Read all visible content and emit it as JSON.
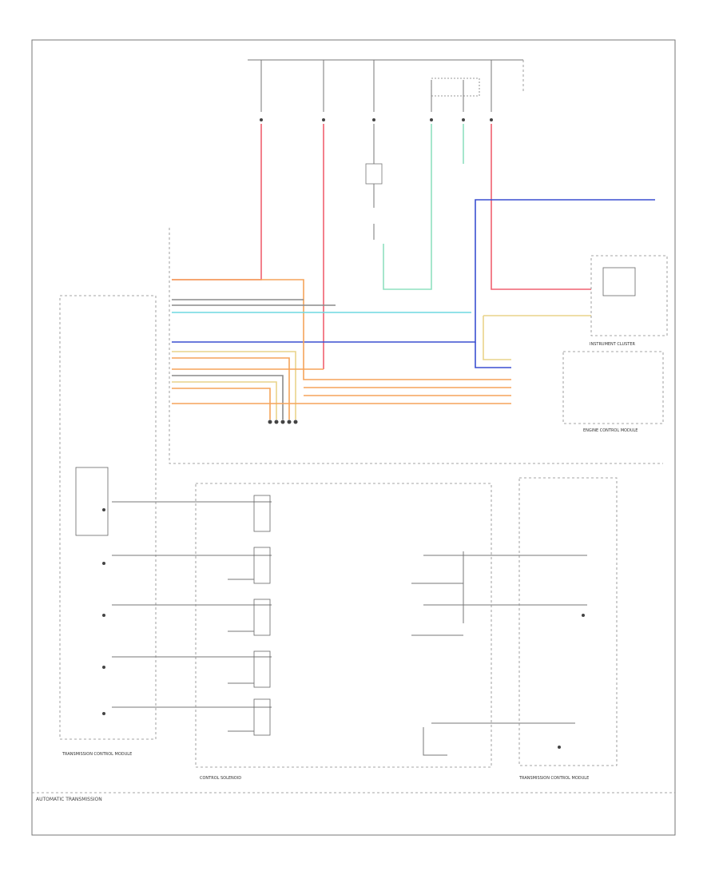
{
  "title": "AUTOMATIC TRANSMISSION",
  "footer_code": "",
  "colors": {
    "red": "#f06070",
    "orange": "#f5a45a",
    "cyan": "#6ed8e0",
    "blue": "#3a4fd0",
    "teal": "#8fe0c0",
    "gray": "#8a8a8a",
    "yellow": "#e9d48a"
  },
  "labels": {
    "top_fuse_left": "",
    "top_fuse_right": "",
    "fuse_block_label": "",
    "tcm_left_label": "TRANSMISSION CONTROL MODULE",
    "tcm_right_label": "TRANSMISSION CONTROL MODULE",
    "control_solenoid_label": "CONTROL SOLENOID",
    "ecm_label": "ENGINE CONTROL MODULE",
    "instrument_cluster_label": "INSTRUMENT CLUSTER",
    "reflected_signal": "",
    "splice_pack": ""
  },
  "pin_labels_left": [
    "",
    "",
    "",
    "",
    "",
    "",
    "",
    "",
    "",
    ""
  ],
  "solenoid_labels": [
    "",
    "",
    "",
    "",
    ""
  ],
  "switch_labels": [
    "",
    "",
    "",
    "",
    "",
    ""
  ],
  "ecm_pin_labels": [
    "",
    "",
    "",
    "",
    "",
    "",
    ""
  ]
}
